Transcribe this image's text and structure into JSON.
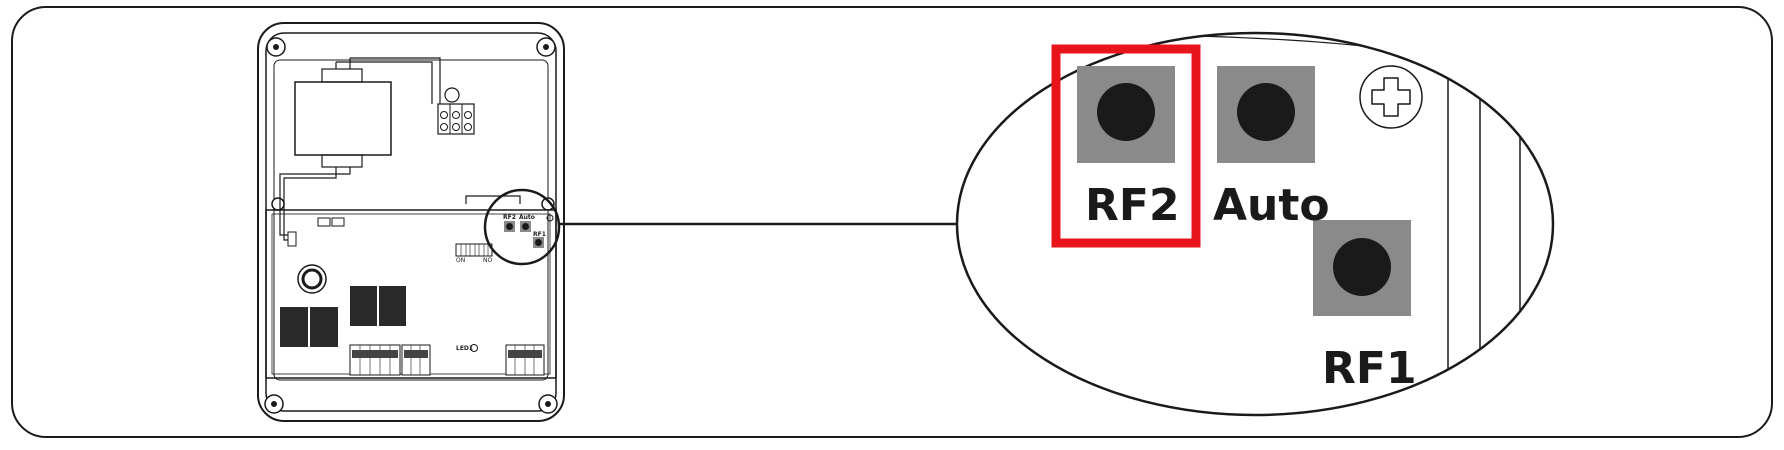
{
  "board": {
    "rf2_label": "RF2",
    "auto_label": "Auto",
    "rf1_label": "RF1",
    "led_label": "LED1",
    "dip_left": "ON",
    "dip_right": "NO"
  },
  "zoom": {
    "rf2_label": "RF2",
    "auto_label": "Auto",
    "rf1_label": "RF1"
  },
  "colors": {
    "highlight": "#e8141b",
    "button_face": "#8a8a8a",
    "button_dot": "#1a1a1a",
    "line": "#1a1a1a"
  }
}
